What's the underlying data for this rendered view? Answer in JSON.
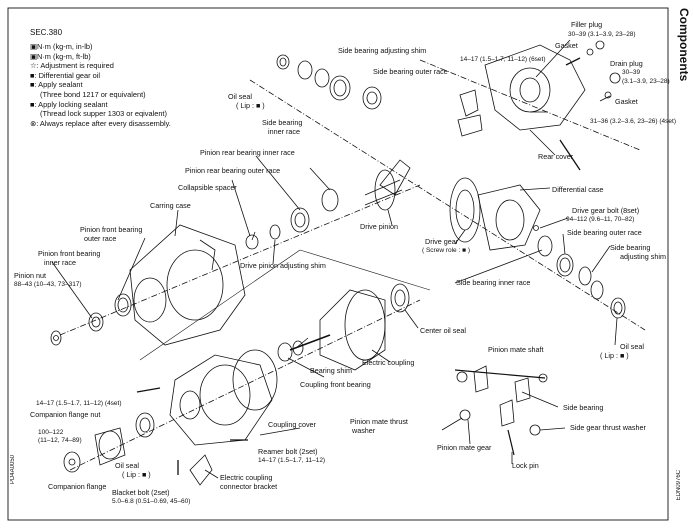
{
  "section": "SEC.380",
  "side_title": "Components",
  "left_code": "PD4A0050",
  "right_code": "EDN0976C",
  "legend": [
    "N·m (kg-m, in-lb)",
    "N·m (kg-m, ft-lb)",
    "☆: Adjustment is required",
    "■: Differential gear oil",
    "■: Apply sealant",
    "(Three bond 1217 or equivalent)",
    "■: Apply locking sealant",
    "(Thread lock supper 1303 or eqivalent)",
    "⊗: Always replace after every disassembly."
  ],
  "labels": {
    "side_bearing_adjusting_shim_top": "Side bearing adjusting shim",
    "side_bearing_outer_race_top": "Side bearing outer race",
    "oil_seal_top": "Oil seal",
    "lip_top": "( Lip : ■ )",
    "side_bearing_inner_race_top": "Side bearing",
    "side_bearing_inner_race_top2": "inner race",
    "filler_plug": "Filler plug",
    "filler_plug_torque": "30–39 (3.1–3.9, 23–28)",
    "gasket_top": "Gasket",
    "bolt_6set_torque": "14–17 (1.5–1.7, 11–12) (6set)",
    "drain_plug": "Drain plug",
    "drain_plug_torque1": "30–39",
    "drain_plug_torque2": "(3.1–3.9, 23–28)",
    "gasket_right": "Gasket",
    "rear_cover_torque": "31–36 (3.2–3.6, 23–26) (4set)",
    "rear_cover": "Rear cover",
    "pinion_rear_bearing_inner_race": "Pinion rear bearing inner race",
    "pinion_rear_bearing_outer_race": "Pinion rear bearing outer race",
    "collapsible_spacer": "Collapsible spacer",
    "carring_case": "Carring case",
    "drive_pinion": "Drive pinion",
    "differential_case": "Differential case",
    "drive_gear_bolt": "Drive gear bolt",
    "drive_gear_bolt_count": "(8set)",
    "drive_gear_bolt_torque": "94–112 (9.6–11, 70–82)",
    "side_bearing_outer_race_right": "Side bearing outer race",
    "side_bearing_adjusting_shim_right1": "Side bearing",
    "side_bearing_adjusting_shim_right2": "adjusting shim",
    "drive_gear": "Drive gear",
    "screw_role": "( Screw role : ■ )",
    "pinion_front_bearing_outer_race1": "Pinion front bearing",
    "pinion_front_bearing_outer_race2": "outer race",
    "drive_pinion_adjusting_shim": "Drive pinion adjusting shim",
    "pinion_front_bearing_inner_race1": "Pinion front bearing",
    "pinion_front_bearing_inner_race2": "inner race",
    "side_bearing_inner_race_right": "Side bearing inner race",
    "pinion_nut": "Pinion nut",
    "pinion_nut_torque": "88–43 (10–43, 73–317)",
    "center_oil_seal": "Center oil seal",
    "oil_seal_right": "Oil seal",
    "lip_right": "( Lip : ■ )",
    "pinion_mate_shaft": "Pinion mate shaft",
    "electric_coupling": "Electric coupling",
    "bearing_shim": "Bearing shim",
    "coupling_front_bearing": "Coupling front bearing",
    "bolt_4set_torque": "14–17 (1.5–1.7, 11–12) (4set)",
    "companion_flange_nut": "Companion flange nut",
    "flange_nut_torque1": "100–122",
    "flange_nut_torque2": "(11–12, 74–89)",
    "coupling_cover": "Coupling cover",
    "side_bearing": "Side bearing",
    "pinion_mate_thrust_washer1": "Pinion mate thrust",
    "pinion_mate_thrust_washer2": "washer",
    "side_gear_thrust_washer": "Side gear thrust washer",
    "reamer_bolt": "Reamer bolt",
    "reamer_bolt_count": "(2set)",
    "reamer_bolt_torque": "14–17 (1.5–1.7, 11–12)",
    "pinion_mate_gear": "Pinion mate gear",
    "oil_seal_bottom": "Oil seal",
    "lip_bottom": "( Lip : ■ )",
    "companion_flange": "Companion flange",
    "electric_coupling_bracket1": "Electric coupling",
    "electric_coupling_bracket2": "connector bracket",
    "lock_pin": "Lock pin",
    "bracket_bolt": "Blacket bolt (2set)",
    "bracket_bolt_torque": "5.0–6.8 (0.51–0.69, 45–60)"
  }
}
